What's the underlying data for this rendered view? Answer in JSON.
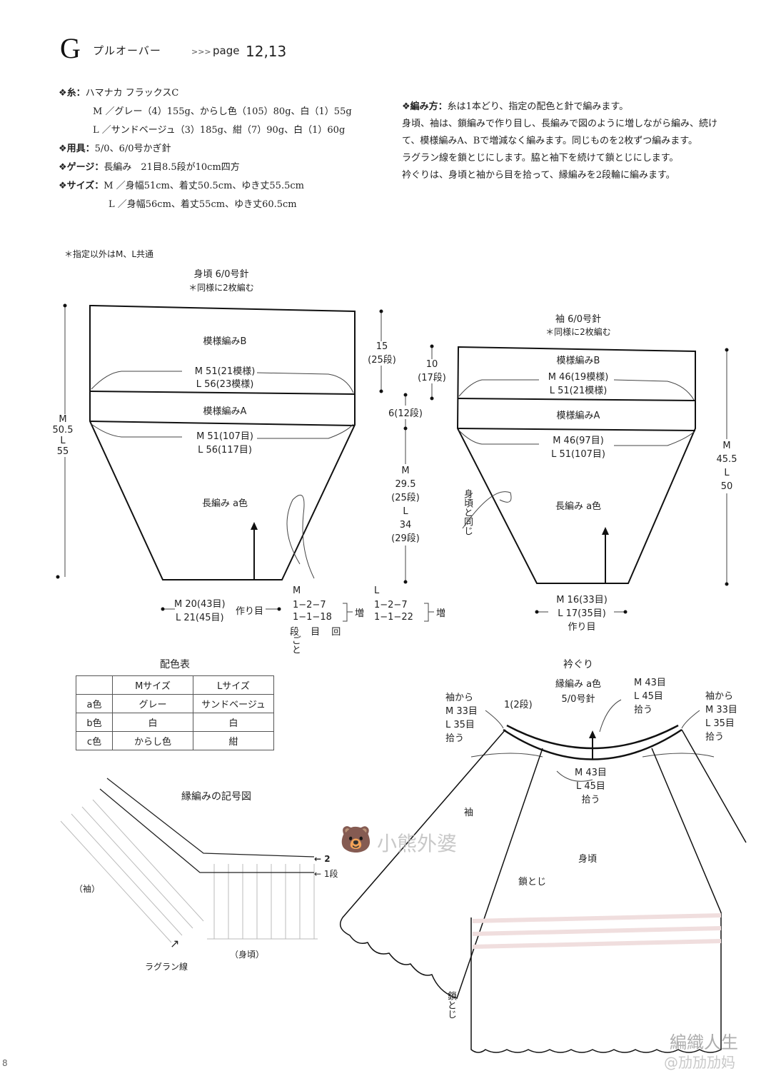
{
  "header": {
    "letter": "G",
    "name": "プルオーバー",
    "page_prefix": ">>>",
    "page_label": "page",
    "page_numbers": "12,13"
  },
  "specs": {
    "yarn_label": "❖糸：",
    "yarn_value": "ハマナカ フラックスC",
    "yarn_m": "M ／グレー（4）155g、からし色（105）80g、白（1）55g",
    "yarn_l": "L ／サンドベージュ（3）185g、紺（7）90g、白（1）60g",
    "tools_label": "❖用具：",
    "tools_value": "5/0、6/0号かぎ針",
    "gauge_label": "❖ゲージ：",
    "gauge_value": "長編み　21目8.5段が10cm四方",
    "size_label": "❖サイズ：",
    "size_m": "M ／身幅51cm、着丈50.5cm、ゆき丈55.5cm",
    "size_l": "L ／身幅56cm、着丈55cm、ゆき丈60.5cm"
  },
  "method": {
    "label": "❖編み方：",
    "line1": "糸は1本どり、指定の配色と針で編みます。",
    "p1": "身頃、袖は、鎖編みで作り目し、長編みで図のように増しながら編み、続けて、模様編みA、Bで増減なく編みます。同じものを2枚ずつ編みます。",
    "p2": "ラグラン線を鎖とじにします。脇と袖下を続けて鎖とじにします。",
    "p3": "衿ぐりは、身頃と袖から目を拾って、縁編みを2段輪に編みます。"
  },
  "note_common": "＊指定以外はM、L共通",
  "body_diagram": {
    "title": "身頃 6/0号針",
    "subtitle": "＊同様に2枚編む",
    "pattern_b": "模様編みB",
    "b_width_m": "M 51(21模様)",
    "b_width_l": "L 56(23模様)",
    "pattern_a": "模様編みA",
    "a_width_m": "M 51(107目)",
    "a_width_l": "L 56(117目)",
    "main_stitch": "長編み a色",
    "height_m_label": "M",
    "height_m": "50.5",
    "height_l_label": "L",
    "height_l": "55",
    "cast_on_m": "M 20(43目)",
    "cast_on_l": "L 21(45目)",
    "cast_on_label": "作り目",
    "inc_m_label": "M",
    "inc_m_1": "1−2−7",
    "inc_m_2": "1−1−18",
    "inc_legend": "段 目 回",
    "inc_legend_sub": "ごと",
    "inc_label": "増",
    "inc_l_label": "L",
    "inc_l_1": "1−2−7",
    "inc_l_2": "1−1−22"
  },
  "middle_dims": {
    "b_height": "15",
    "b_rows": "(25段)",
    "sleeve_b_height": "10",
    "sleeve_b_rows": "(17段)",
    "a_height": "6(12段)",
    "main_m_label": "M",
    "main_m": "29.5",
    "main_m_rows": "(25段)",
    "main_l_label": "L",
    "main_l": "34",
    "main_l_rows": "(29段)"
  },
  "sleeve_diagram": {
    "title": "袖 6/0号針",
    "subtitle": "＊同様に2枚編む",
    "pattern_b": "模様編みB",
    "b_width_m": "M 46(19模様)",
    "b_width_l": "L 51(21模様)",
    "pattern_a": "模様編みA",
    "a_width_m": "M 46(97目)",
    "a_width_l": "L 51(107目)",
    "main_stitch": "長編み a色",
    "same_as_body": "身頃と同じ",
    "height_m_label": "M",
    "height_m": "45.5",
    "height_l_label": "L",
    "height_l": "50",
    "cast_on_m": "M 16(33目)",
    "cast_on_l": "L 17(35目)",
    "cast_on_label": "作り目"
  },
  "color_table": {
    "title": "配色表",
    "headers": [
      "",
      "Mサイズ",
      "Lサイズ"
    ],
    "rows": [
      [
        "a色",
        "グレー",
        "サンドベージュ"
      ],
      [
        "b色",
        "白",
        "白"
      ],
      [
        "c色",
        "からし色",
        "紺"
      ]
    ]
  },
  "neckline": {
    "title": "衿ぐり",
    "stitch": "縁編み a色",
    "needle": "5/0号針",
    "rows": "1(2段)",
    "left_from": "袖から",
    "left_m": "M 33目",
    "left_l": "L 35目",
    "left_pick": "拾う",
    "right_from": "袖から",
    "right_m": "M 33目",
    "right_l": "L 35目",
    "right_pick": "拾う",
    "top_m": "M 43目",
    "top_l": "L 45目",
    "top_pick": "拾う",
    "bottom_m": "M 43目",
    "bottom_l": "L 45目",
    "bottom_pick": "拾う",
    "sleeve_label": "袖",
    "body_label": "身頃",
    "seam_label": "鎖とじ",
    "seam_label_2": "鎖とじ"
  },
  "edging_chart": {
    "title": "縁編みの記号図",
    "row2": "← 2",
    "row1": "← 1段",
    "sleeve": "（袖）",
    "body": "（身頃）",
    "raglan": "ラグラン線"
  },
  "watermarks": {
    "bear_icon": "🐻",
    "bear_text": "小熊外婆",
    "brand": "編織人生",
    "handle": "@劢劢劢妈"
  },
  "page_number": "8"
}
